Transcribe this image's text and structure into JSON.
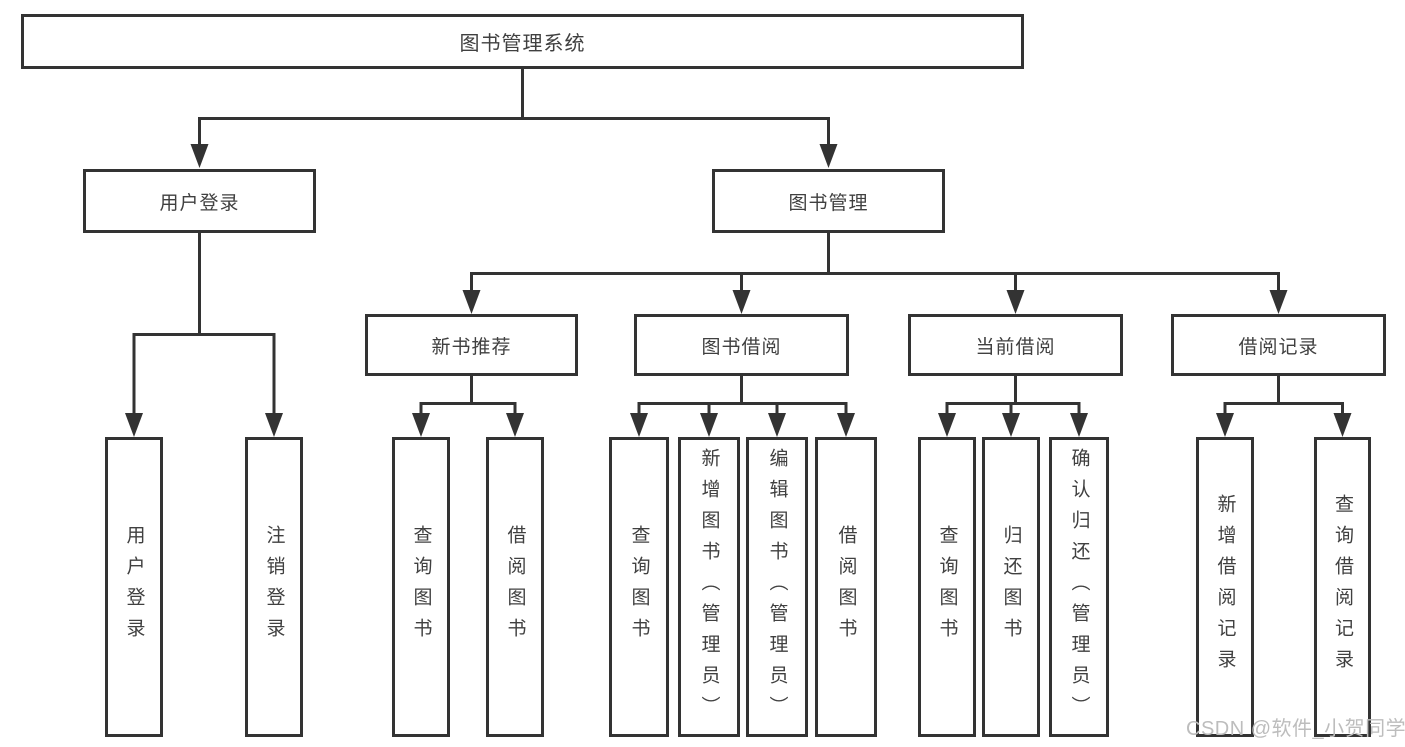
{
  "diagram_title": "图书管理系统",
  "watermark": "CSDN @软件_小贺同学",
  "colors": {
    "line": "#333333",
    "box_border": "#333333",
    "text": "#404040",
    "background": "#ffffff",
    "watermark": "#bdbdbd"
  },
  "nodes": {
    "root": "图书管理系统",
    "userLogin": "用户登录",
    "bookMgmt": "图书管理",
    "leafUserLogin": "用户登录",
    "leafLogout": "注销登录",
    "newBookRec": "新书推荐",
    "bookBorrow": "图书借阅",
    "currentBorrow": "当前借阅",
    "borrowRecords": "借阅记录",
    "recQuery": "查询图书",
    "recBorrow": "借阅图书",
    "bbQuery": "查询图书",
    "bbAdd": "新增图书（管理员）",
    "bbEdit": "编辑图书（管理员）",
    "bbBorrow": "借阅图书",
    "cbQuery": "查询图书",
    "cbReturn": "归还图书",
    "cbConfirm": "确认归还（管理员）",
    "brAdd": "新增借阅记录",
    "brQuery": "查询借阅记录"
  },
  "hierarchy": {
    "root": "图书管理系统",
    "children": [
      {
        "label": "用户登录",
        "children": [
          "用户登录",
          "注销登录"
        ]
      },
      {
        "label": "图书管理",
        "children": [
          {
            "label": "新书推荐",
            "children": [
              "查询图书",
              "借阅图书"
            ]
          },
          {
            "label": "图书借阅",
            "children": [
              "查询图书",
              "新增图书（管理员）",
              "编辑图书（管理员）",
              "借阅图书"
            ]
          },
          {
            "label": "当前借阅",
            "children": [
              "查询图书",
              "归还图书",
              "确认归还（管理员）"
            ]
          },
          {
            "label": "借阅记录",
            "children": [
              "新增借阅记录",
              "查询借阅记录"
            ]
          }
        ]
      }
    ]
  }
}
